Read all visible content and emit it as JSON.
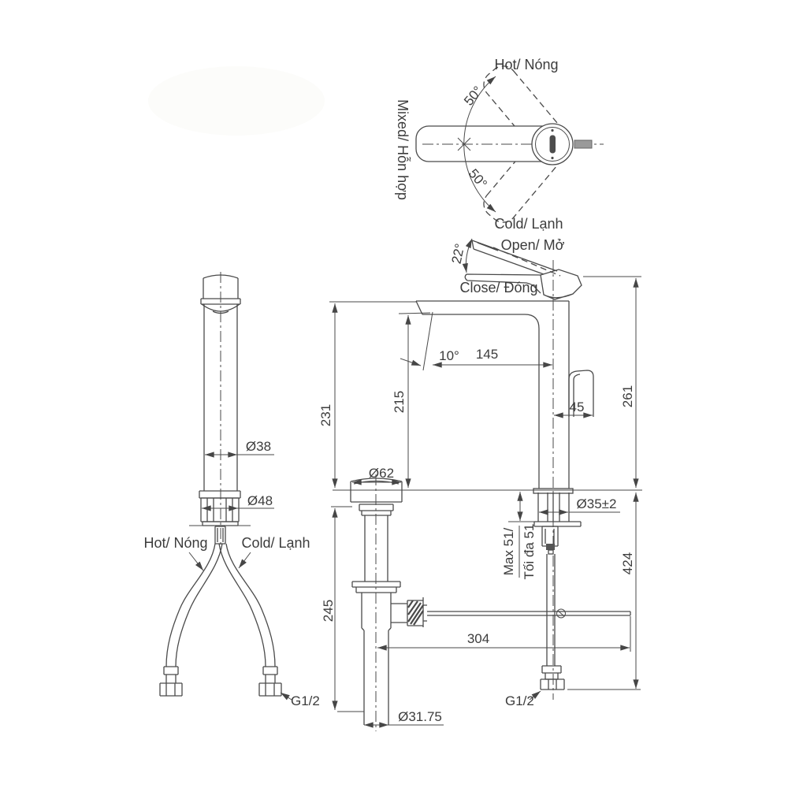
{
  "drawing": {
    "top_view": {
      "hot": "Hot/ Nóng",
      "mixed": "Mixed/ Hỗn hợp",
      "cold": "Cold/ Lạnh",
      "angle_upper": "50°",
      "angle_lower": "50°"
    },
    "handle": {
      "open": "Open/ Mở",
      "close": "Close/ Đóng",
      "angle": "22°"
    },
    "side_view": {
      "outlet_angle": "10°",
      "spout_reach": "145",
      "outlet_height": "215",
      "body_height": "231",
      "total_height": "261",
      "handle_offset": "45"
    },
    "front_view": {
      "spout_dia": "Ø38",
      "base_dia": "Ø48",
      "hot": "Hot/ Nóng",
      "cold": "Cold/ Lạnh",
      "thread": "G1/2"
    },
    "drain": {
      "flange_dia": "Ø62",
      "height": "245",
      "tube_dia": "Ø31.75",
      "rod_span": "304"
    },
    "install": {
      "hole_dia": "Ø35±2",
      "max_depth_line1": "Max 51/",
      "max_depth_line2": "Tối đa 51",
      "depth": "424",
      "thread": "G1/2"
    }
  }
}
